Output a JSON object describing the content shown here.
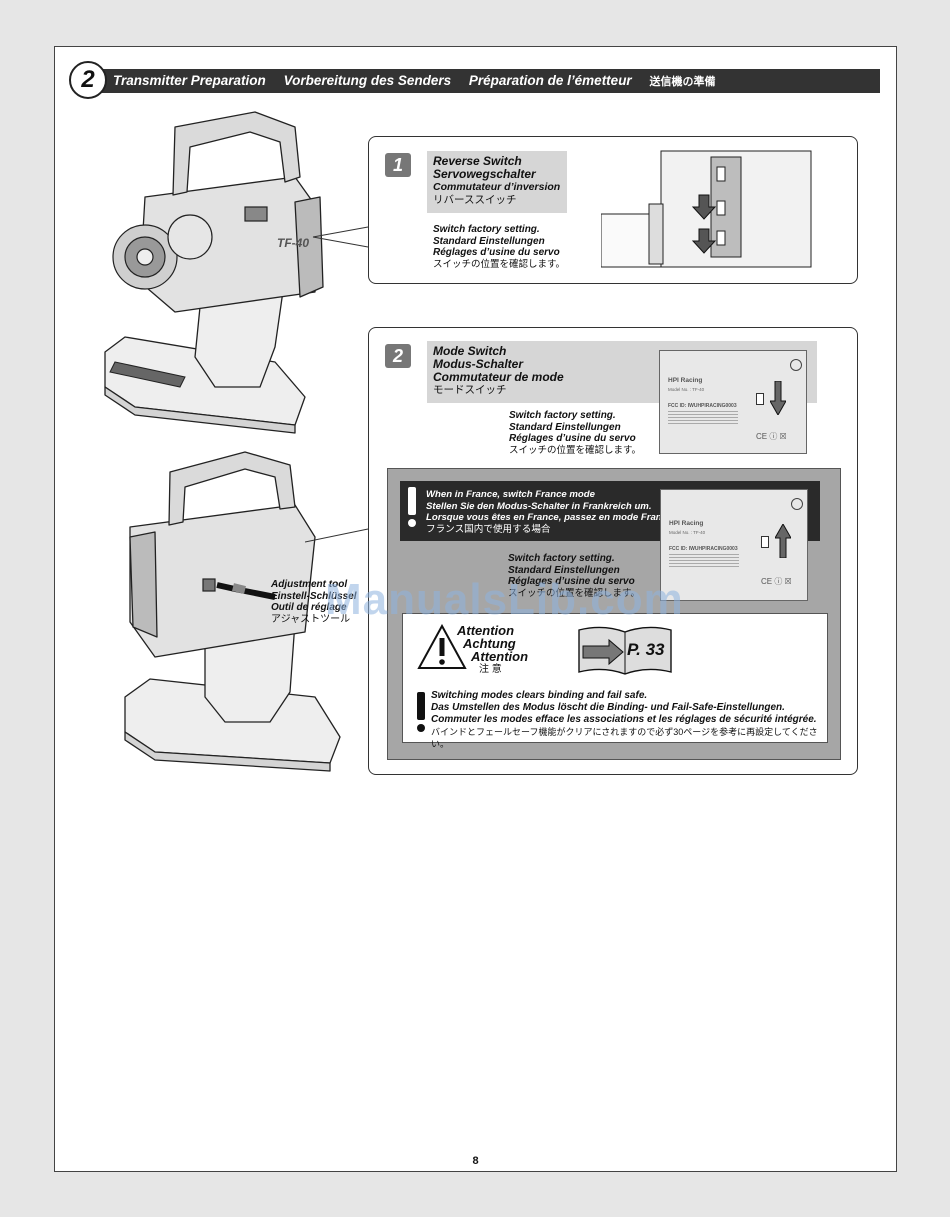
{
  "header": {
    "step_number": "2",
    "title_en": "Transmitter Preparation",
    "title_de": "Vorbereitung des Senders",
    "title_fr": "Préparation de l’émetteur",
    "title_jp": "送信機の準備"
  },
  "step1": {
    "badge": "1",
    "label": [
      "Reverse Switch",
      "Servowegschalter",
      "Commutateur d’inversion",
      "リバーススイッチ"
    ],
    "factory": [
      "Switch factory setting.",
      "Standard Einstellungen",
      "Réglages d’usine du servo",
      "スイッチの位置を確認します。"
    ]
  },
  "step2": {
    "badge": "2",
    "label": [
      "Mode Switch",
      "Modus-Schalter",
      "Commutateur de mode",
      "モードスイッチ"
    ],
    "factory": [
      "Switch factory setting.",
      "Standard Einstellungen",
      "Réglages d’usine du servo",
      "スイッチの位置を確認します。"
    ]
  },
  "france": {
    "notice": [
      "When in France, switch France mode",
      "Stellen Sie den Modus-Schalter in Frankreich um.",
      "Lorsque vous êtes en France, passez en mode France",
      "フランス国内で使用する場合"
    ],
    "factory": [
      "Switch factory setting.",
      "Standard Einstellungen",
      "Réglages d’usine du servo",
      "スイッチの位置を確認します。"
    ]
  },
  "attention": {
    "words": [
      "Attention",
      "Achtung",
      "Attention",
      "注 意"
    ],
    "page_ref": "P. 33",
    "text": [
      "Switching modes clears binding and fail safe.",
      "Das Umstellen des Modus löscht die Binding- und Fail-Safe-Einstellungen.",
      "Commuter les modes efface les associations et les réglages de sécurité intégrée.",
      "バインドとフェールセーフ機能がクリアにされますので必ず30ページを参考に再設定してください。"
    ]
  },
  "tool": {
    "label": [
      "Adjustment tool",
      "Einstell-Schlüssel",
      "Outil de réglage",
      "アジャストツール"
    ]
  },
  "label_plate": {
    "brand": "HPI Racing",
    "model": "Model No. : TF-40",
    "fcc": "FCC ID: IWUHPIRACING0003"
  },
  "transmitter": {
    "logo": "TF-40"
  },
  "watermark": "ManualsLib.com",
  "page_number": "8"
}
